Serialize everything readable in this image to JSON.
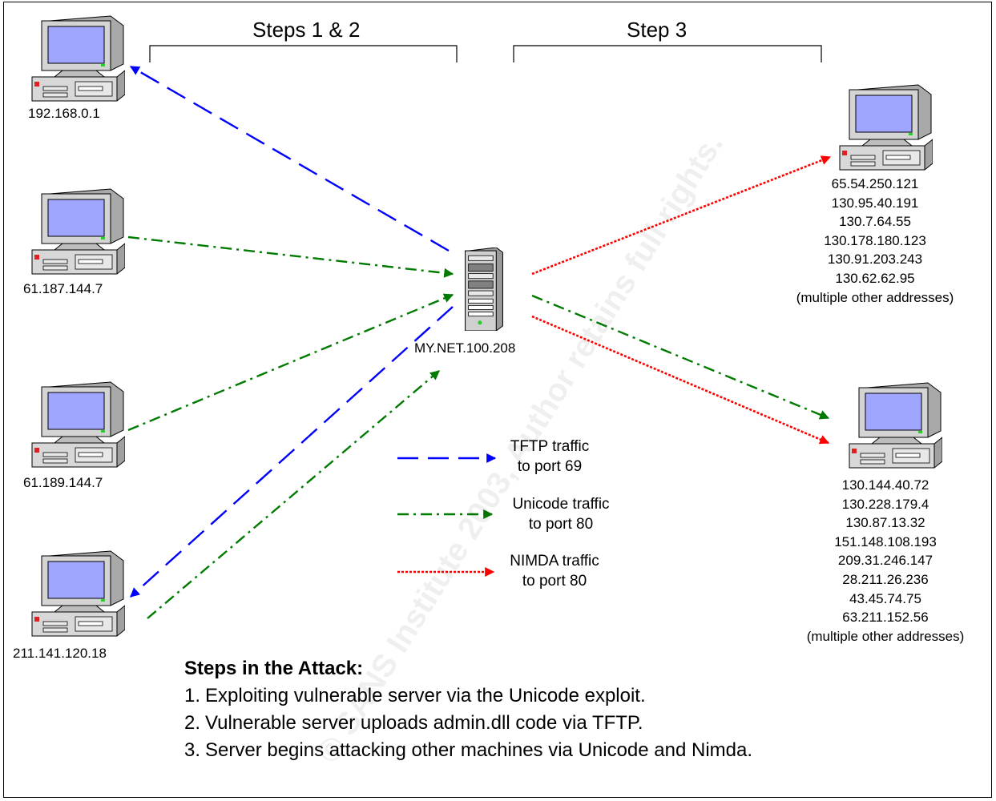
{
  "headers": {
    "left": "Steps 1 & 2",
    "right": "Step 3"
  },
  "hosts": {
    "h1": "192.168.0.1",
    "h2": "61.187.144.7",
    "h3": "61.189.144.7",
    "h4": "211.141.120.18"
  },
  "server": {
    "label": "MY.NET.100.208"
  },
  "targets_top": [
    "65.54.250.121",
    "130.95.40.191",
    "130.7.64.55",
    "130.178.180.123",
    "130.91.203.243",
    "130.62.62.95",
    "(multiple other addresses)"
  ],
  "targets_bottom": [
    "130.144.40.72",
    "130.228.179.4",
    "130.87.13.32",
    "151.148.108.193",
    "209.31.246.147",
    "28.211.26.236",
    "43.45.74.75",
    "63.211.152.56",
    "(multiple other addresses)"
  ],
  "legend": {
    "tftp": {
      "line1": "TFTP traffic",
      "line2": "to port 69"
    },
    "unicode": {
      "line1": "Unicode traffic",
      "line2": "to port 80"
    },
    "nimda": {
      "line1": "NIMDA traffic",
      "line2": "to port 80"
    }
  },
  "steps": {
    "title": "Steps in the Attack:",
    "items": [
      {
        "num": "1.",
        "text": "Exploiting vulnerable server via the Unicode exploit."
      },
      {
        "num": "2.",
        "text": "Vulnerable server uploads admin.dll code via TFTP."
      },
      {
        "num": "3.",
        "text": "Server begins attacking other machines via Unicode and Nimda."
      }
    ]
  },
  "watermark": "© SANS Institute 2003, Author retains full rights.",
  "colors": {
    "tftp": "#0000ff",
    "unicode": "#007a00",
    "nimda": "#ff0000"
  },
  "icons": {
    "client": "desktop-computer-icon",
    "server": "tower-server-icon"
  }
}
